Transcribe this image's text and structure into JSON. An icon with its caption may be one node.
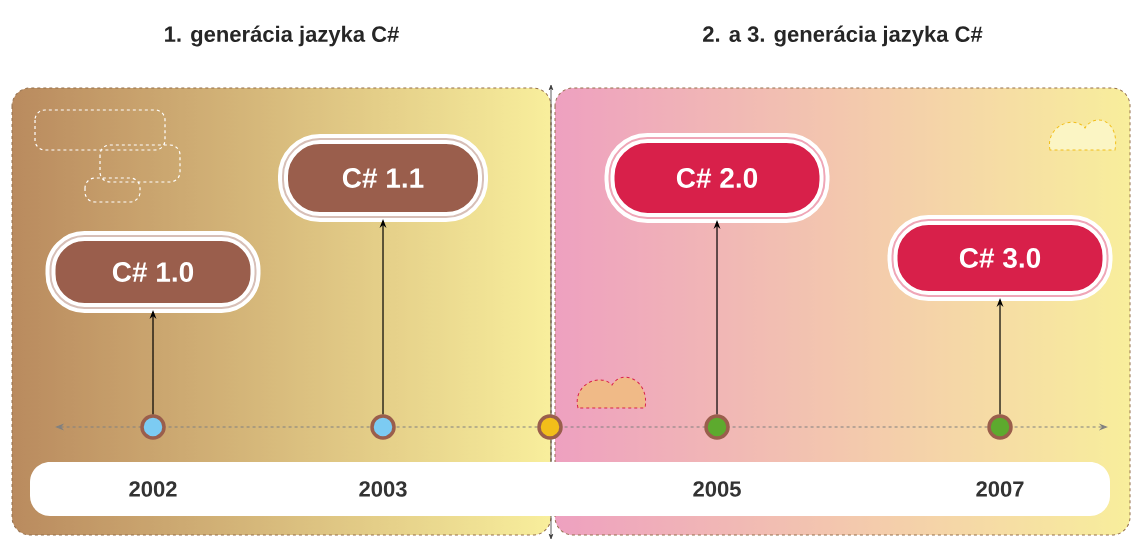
{
  "diagram": {
    "nodes": [
      {
        "text": [
          "1. generácia jazyka C#"
        ]
      },
      {
        "text": [
          "2. a 3. generácia jazyka C#"
        ]
      },
      {
        "text": [
          "C# 1.0"
        ],
        "in": 0
      },
      {
        "text": [
          "C# 1.1"
        ],
        "in": 0
      },
      {
        "text": [
          "C# 2.0"
        ],
        "in": 1
      },
      {
        "text": [
          "C# 3.0"
        ],
        "in": 1
      },
      {
        "text": [],
        "shape": "circle",
        "in": 0,
        "beside": [
          "2002"
        ]
      },
      {
        "text": [],
        "shape": "circle",
        "in": 0,
        "beside": [
          "2003"
        ]
      },
      {
        "text": [],
        "shape": "circle"
      },
      {
        "text": [],
        "shape": "circle",
        "in": 1,
        "beside": [
          "2005"
        ]
      },
      {
        "text": [],
        "shape": "circle",
        "in": 1,
        "beside": [
          "2007"
        ]
      }
    ],
    "edges": [
      {
        "from": 6,
        "to": 2,
        "arrow": "to"
      },
      {
        "from": 7,
        "to": 3,
        "arrow": "to"
      },
      {
        "from": 9,
        "to": 4,
        "arrow": "to"
      },
      {
        "from": 10,
        "to": 5,
        "arrow": "to"
      }
    ]
  }
}
